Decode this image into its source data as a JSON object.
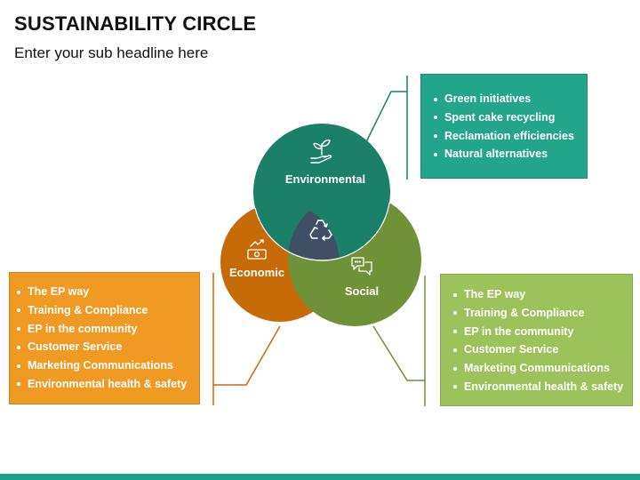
{
  "title": "SUSTAINABILITY CIRCLE",
  "subtitle": "Enter your sub headline here",
  "colors": {
    "environmental": "#1a8068",
    "economic": "#c76a08",
    "social": "#6f9138",
    "center": "#3f5064",
    "env_box": "#22a58a",
    "eco_box": "#f19a23",
    "soc_box": "#9cc35b"
  },
  "circles": {
    "environmental": {
      "label": "Environmental",
      "icon": "plant-hand-icon"
    },
    "economic": {
      "label": "Economic",
      "icon": "money-growth-icon"
    },
    "social": {
      "label": "Social",
      "icon": "chat-bubbles-icon"
    },
    "center": {
      "icon": "recycle-icon"
    }
  },
  "boxes": {
    "environmental": {
      "items": [
        "Green initiatives",
        "Spent cake recycling",
        "Reclamation efficiencies",
        "Natural alternatives"
      ]
    },
    "economic": {
      "items": [
        "The EP way",
        "Training & Compliance",
        "EP in the community",
        "Customer Service",
        "Marketing Communications",
        "Environmental health & safety"
      ]
    },
    "social": {
      "items": [
        "The EP way",
        "Training & Compliance",
        "EP in the community",
        "Customer Service",
        "Marketing Communications",
        "Environmental health & safety"
      ]
    }
  }
}
